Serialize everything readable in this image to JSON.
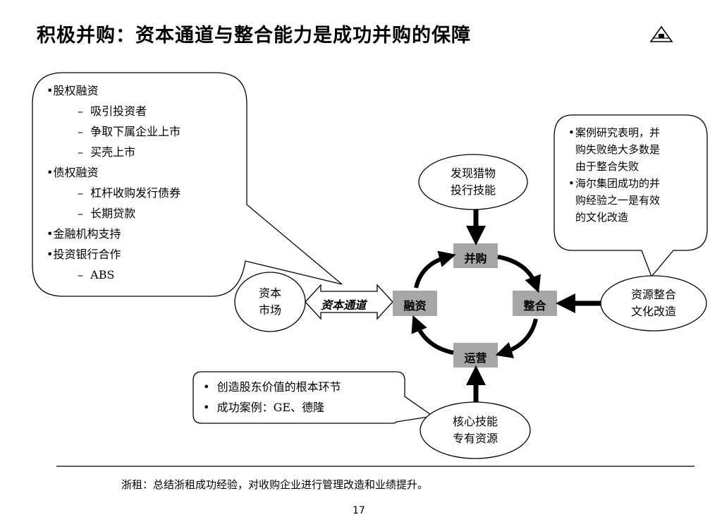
{
  "title": "积极并购：资本通道与整合能力是成功并购的保障",
  "left_box": {
    "items": [
      {
        "bullet": "•",
        "text": "股权融资"
      },
      {
        "bullet": "–",
        "text": "吸引投资者"
      },
      {
        "bullet": "–",
        "text": "争取下属企业上市"
      },
      {
        "bullet": "–",
        "text": "买壳上市"
      },
      {
        "bullet": "•",
        "text": "债权融资"
      },
      {
        "bullet": "–",
        "text": "杠杆收购发行债券"
      },
      {
        "bullet": "–",
        "text": "长期贷款"
      },
      {
        "bullet": "•",
        "text": "金融机构支持"
      },
      {
        "bullet": "•",
        "text": "投资银行合作"
      },
      {
        "bullet": "–",
        "text": "ABS"
      }
    ]
  },
  "right_box": {
    "items": [
      {
        "bullet": "•",
        "lines": [
          "案例研究表明，并",
          "购失败绝大多数是",
          "由于整合失败"
        ]
      },
      {
        "bullet": "•",
        "lines": [
          "海尔集团成功的并",
          "购经验之一是有效",
          "的文化改造"
        ]
      }
    ]
  },
  "bottom_box": {
    "items": [
      {
        "bullet": "•",
        "text": "创造股东价值的根本环节"
      },
      {
        "bullet": "•",
        "text": "成功案例：GE、德隆"
      }
    ]
  },
  "ellipses": {
    "capital_market": [
      "资本",
      "市场"
    ],
    "discover": [
      "发现猎物",
      "投行技能"
    ],
    "resource": [
      "资源整合",
      "文化改造"
    ],
    "core": [
      "核心技能",
      "专有资源"
    ]
  },
  "cycle": {
    "merge": "并购",
    "integrate": "整合",
    "operate": "运营",
    "finance": "融资"
  },
  "arrow_label": "资本通道",
  "footer": "浙租：总结浙租成功经验，对收购企业进行管理改造和业绩提升。",
  "page_number": "17",
  "colors": {
    "node_fill": "#a6a6a6",
    "line": "#000000"
  }
}
